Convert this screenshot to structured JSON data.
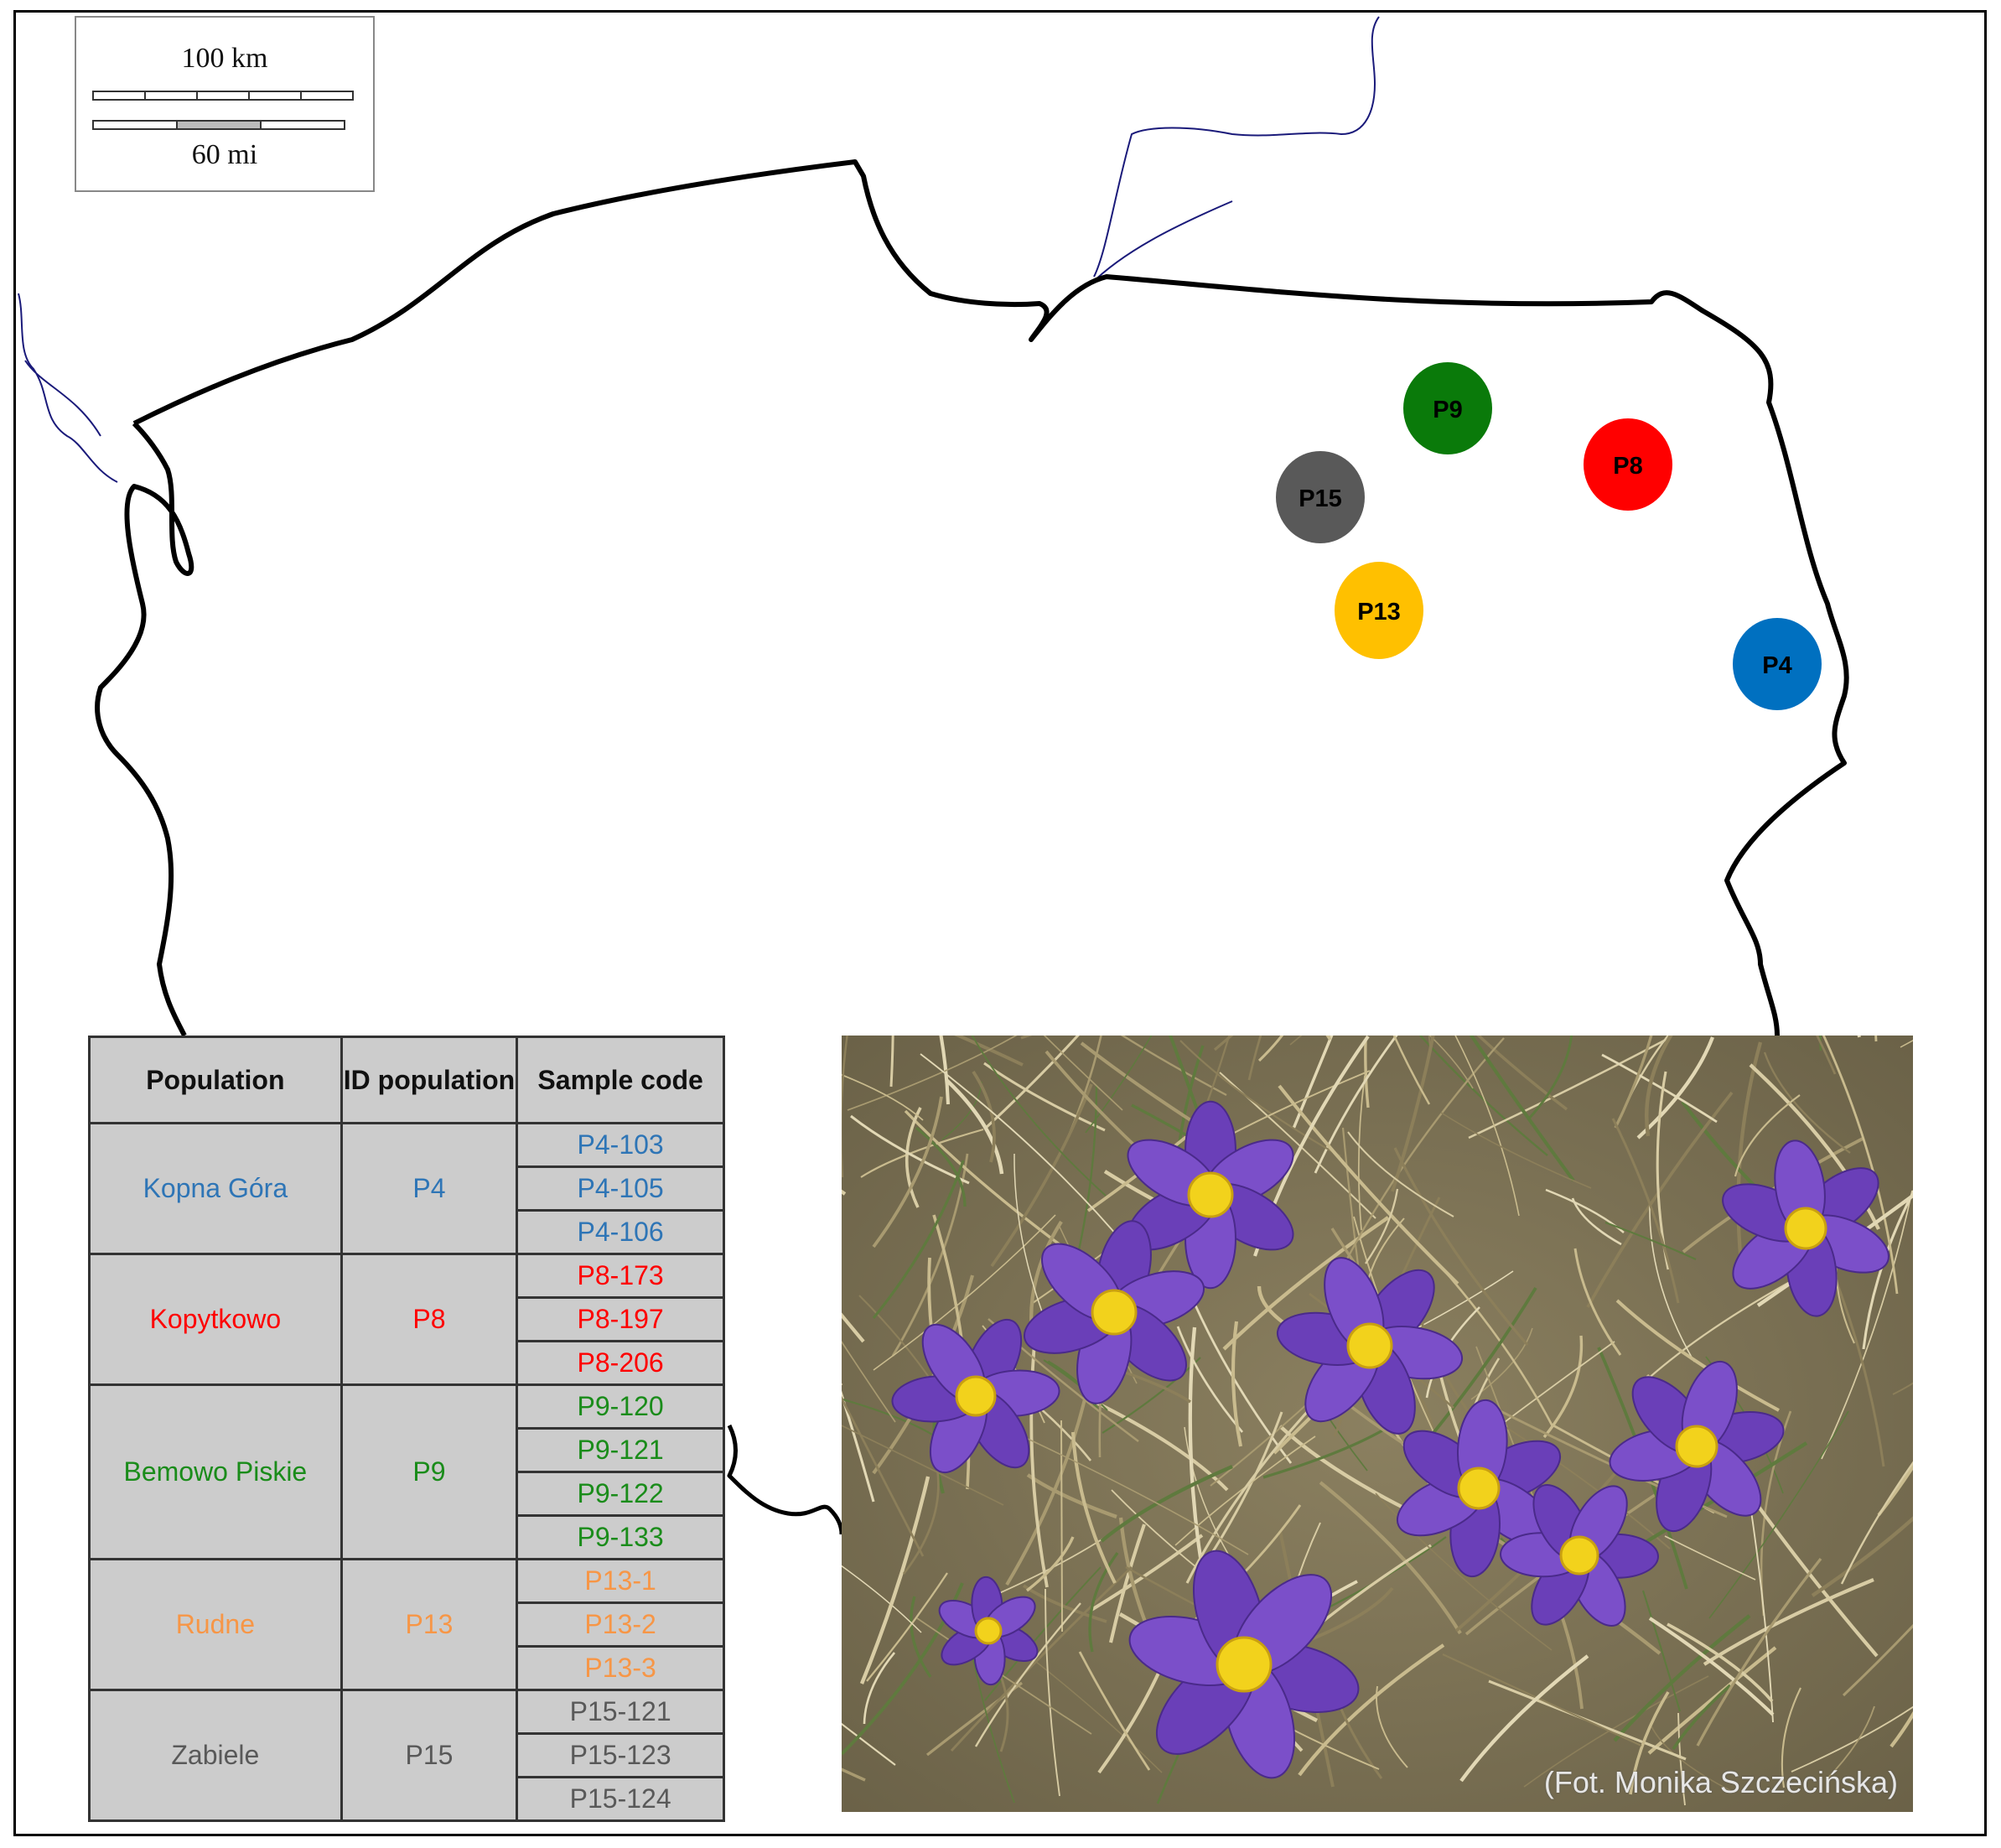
{
  "scale": {
    "km_label": "100 km",
    "mi_label": "60 mi"
  },
  "markers": [
    {
      "id": "P9",
      "color": "#0a7a0a"
    },
    {
      "id": "P8",
      "color": "#ff0000"
    },
    {
      "id": "P15",
      "color": "#595959"
    },
    {
      "id": "P13",
      "color": "#ffc000"
    },
    {
      "id": "P4",
      "color": "#0070c0"
    }
  ],
  "table": {
    "headers": {
      "population": "Population",
      "id_population": "ID population",
      "sample_code": "Sample code"
    },
    "groups": [
      {
        "population": "Kopna Góra",
        "id": "P4",
        "color": "#2e75b6",
        "samples": [
          "P4-103",
          "P4-105",
          "P4-106"
        ]
      },
      {
        "population": "Kopytkowo",
        "id": "P8",
        "color": "#ff0000",
        "samples": [
          "P8-173",
          "P8-197",
          "P8-206"
        ]
      },
      {
        "population": "Bemowo  Piskie",
        "id": "P9",
        "color": "#1a8c1a",
        "samples": [
          "P9-120",
          "P9-121",
          "P9-122",
          "P9-133"
        ]
      },
      {
        "population": "Rudne",
        "id": "P13",
        "color": "#f79646",
        "samples": [
          "P13-1",
          "P13-2",
          "P13-3"
        ]
      },
      {
        "population": "Zabiele",
        "id": "P15",
        "color": "#595959",
        "samples": [
          "P15-121",
          "P15-123",
          "P15-124"
        ]
      }
    ]
  },
  "photo": {
    "credit": "(Fot. Monika Szczecińska)"
  }
}
